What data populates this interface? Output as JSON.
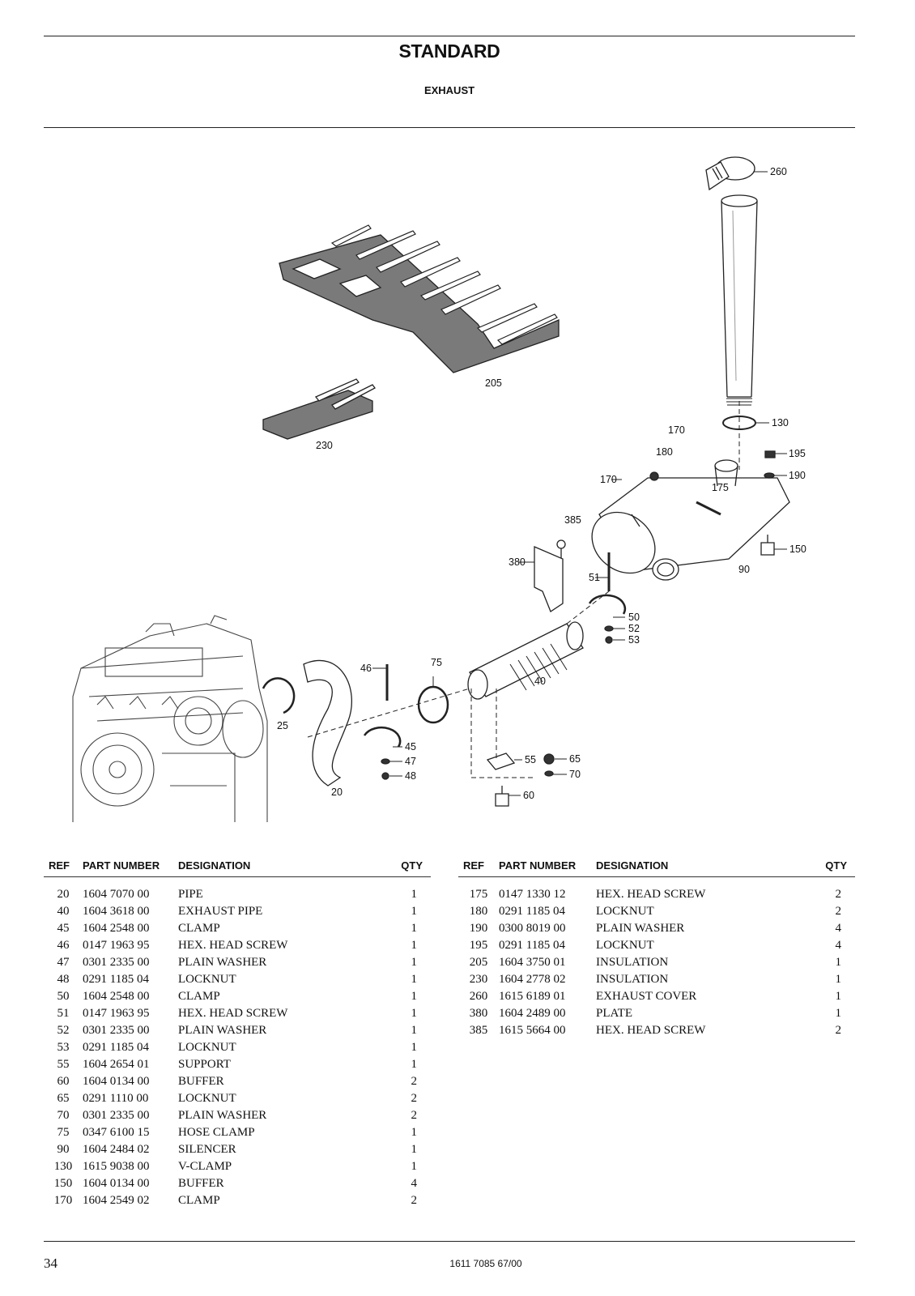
{
  "header": {
    "title": "STANDARD",
    "subtitle": "EXHAUST"
  },
  "diagram": {
    "callouts": {
      "c260": "260",
      "c205": "205",
      "c230": "230",
      "c130": "130",
      "c170a": "170",
      "c180": "180",
      "c195": "195",
      "c170b": "170",
      "c175": "175",
      "c190": "190",
      "c385": "385",
      "c380": "380",
      "c150": "150",
      "c90": "90",
      "c51": "51",
      "c50": "50",
      "c52": "52",
      "c53": "53",
      "c46": "46",
      "c75": "75",
      "c40": "40",
      "c25": "25",
      "c45": "45",
      "c47": "47",
      "c48": "48",
      "c20": "20",
      "c55": "55",
      "c65": "65",
      "c70": "70",
      "c60": "60"
    }
  },
  "table": {
    "columns": {
      "ref": "REF",
      "part_number": "PART NUMBER",
      "designation": "DESIGNATION",
      "qty": "QTY"
    },
    "left_rows": [
      {
        "ref": "20",
        "part": "1604 7070 00",
        "desig": "PIPE",
        "qty": "1"
      },
      {
        "ref": "40",
        "part": "1604 3618 00",
        "desig": "EXHAUST PIPE",
        "qty": "1"
      },
      {
        "ref": "45",
        "part": "1604 2548 00",
        "desig": "CLAMP",
        "qty": "1"
      },
      {
        "ref": "46",
        "part": "0147 1963 95",
        "desig": "HEX. HEAD SCREW",
        "qty": "1"
      },
      {
        "ref": "47",
        "part": "0301 2335 00",
        "desig": "PLAIN WASHER",
        "qty": "1"
      },
      {
        "ref": "48",
        "part": "0291 1185 04",
        "desig": "LOCKNUT",
        "qty": "1"
      },
      {
        "ref": "50",
        "part": "1604 2548 00",
        "desig": "CLAMP",
        "qty": "1"
      },
      {
        "ref": "51",
        "part": "0147 1963 95",
        "desig": "HEX. HEAD SCREW",
        "qty": "1"
      },
      {
        "ref": "52",
        "part": "0301 2335 00",
        "desig": "PLAIN WASHER",
        "qty": "1"
      },
      {
        "ref": "53",
        "part": "0291 1185 04",
        "desig": "LOCKNUT",
        "qty": "1"
      },
      {
        "ref": "55",
        "part": "1604 2654 01",
        "desig": "SUPPORT",
        "qty": "1"
      },
      {
        "ref": "60",
        "part": "1604 0134 00",
        "desig": "BUFFER",
        "qty": "2"
      },
      {
        "ref": "65",
        "part": "0291 1110 00",
        "desig": "LOCKNUT",
        "qty": "2"
      },
      {
        "ref": "70",
        "part": "0301 2335 00",
        "desig": "PLAIN WASHER",
        "qty": "2"
      },
      {
        "ref": "75",
        "part": "0347 6100 15",
        "desig": "HOSE CLAMP",
        "qty": "1"
      },
      {
        "ref": "90",
        "part": "1604 2484 02",
        "desig": "SILENCER",
        "qty": "1"
      },
      {
        "ref": "130",
        "part": "1615 9038 00",
        "desig": "V-CLAMP",
        "qty": "1"
      },
      {
        "ref": "150",
        "part": "1604 0134 00",
        "desig": "BUFFER",
        "qty": "4"
      },
      {
        "ref": "170",
        "part": "1604 2549 02",
        "desig": "CLAMP",
        "qty": "2"
      }
    ],
    "right_rows": [
      {
        "ref": "175",
        "part": "0147 1330 12",
        "desig": "HEX. HEAD SCREW",
        "qty": "2"
      },
      {
        "ref": "180",
        "part": "0291 1185 04",
        "desig": "LOCKNUT",
        "qty": "2"
      },
      {
        "ref": "190",
        "part": "0300 8019 00",
        "desig": "PLAIN WASHER",
        "qty": "4"
      },
      {
        "ref": "195",
        "part": "0291 1185 04",
        "desig": "LOCKNUT",
        "qty": "4"
      },
      {
        "ref": "205",
        "part": "1604 3750 01",
        "desig": "INSULATION",
        "qty": "1"
      },
      {
        "ref": "230",
        "part": "1604 2778 02",
        "desig": "INSULATION",
        "qty": "1"
      },
      {
        "ref": "260",
        "part": "1615 6189 01",
        "desig": "EXHAUST COVER",
        "qty": "1"
      },
      {
        "ref": "380",
        "part": "1604 2489 00",
        "desig": "PLATE",
        "qty": "1"
      },
      {
        "ref": "385",
        "part": "1615 5664 00",
        "desig": "HEX. HEAD SCREW",
        "qty": "2"
      }
    ]
  },
  "footer": {
    "page_number": "34",
    "doc_number": "1611 7085 67/00"
  }
}
